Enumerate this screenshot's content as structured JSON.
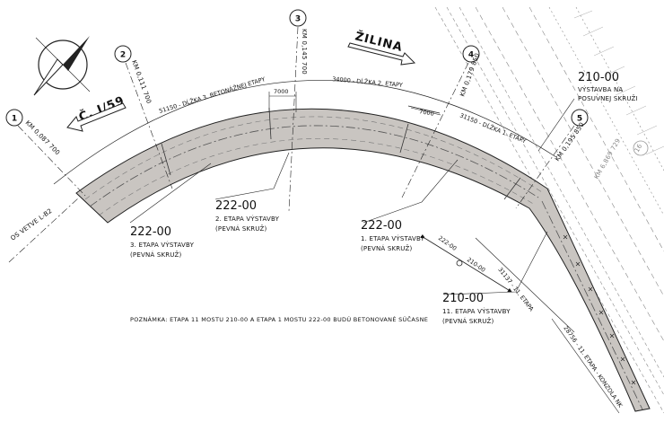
{
  "axes": [
    {
      "num": "1",
      "km": "KM 0,087 700"
    },
    {
      "num": "2",
      "km": "KM 0,111 700"
    },
    {
      "num": "3",
      "km": "KM 0,145 700"
    },
    {
      "num": "4",
      "km": "KM 0,179 850"
    },
    {
      "num": "5",
      "km": "KM 0,195 850"
    }
  ],
  "directions": {
    "zilina": "ŽILINA",
    "c159": "Č. I/59",
    "os_vetve": "OS VETVE L-B2",
    "rail_km": "KM 6,869 729",
    "rail_num": "16"
  },
  "dimensions": {
    "len3": "51150 - DĹŽKA 3. BETONÁŽNEJ ETAPY",
    "len2": "34000 - DĹŽKA 2. ETAPY",
    "len1": "31150 - DĹŽKA 1. ETAPY",
    "gap1": "7000",
    "gap2": "7000",
    "len11": "31137 - 11. ETAPA",
    "len11k": "28756 - 11. ETAPA - KONZOLA NK"
  },
  "labels": {
    "b222_3": {
      "title": "222-00",
      "l1": "3. ETAPA VÝSTAVBY",
      "l2": "(PEVNÁ SKRUŽ)"
    },
    "b222_2": {
      "title": "222-00",
      "l1": "2. ETAPA VÝSTAVBY",
      "l2": "(PEVNÁ SKRUŽ)"
    },
    "b222_1": {
      "title": "222-00",
      "l1": "1. ETAPA VÝSTAVBY",
      "l2": "(PEVNÁ SKRUŽ)"
    },
    "b210_11": {
      "title": "210-00",
      "l1": "11. ETAPA VÝSTAVBY",
      "l2": "(PEVNÁ SKRUŽ)"
    },
    "b210_top": {
      "title": "210-00",
      "l1": "VÝSTAVBA NA",
      "l2": "POSUVNEJ SKRUŽI"
    },
    "sec_222": "222-00",
    "sec_210": "210-00"
  },
  "note": "POZNÁMKA: ETAPA 11 MOSTU 210-00 A ETAPA 1 MOSTU 222-00 BUDÚ BETONOVANÉ SÚČASNE"
}
